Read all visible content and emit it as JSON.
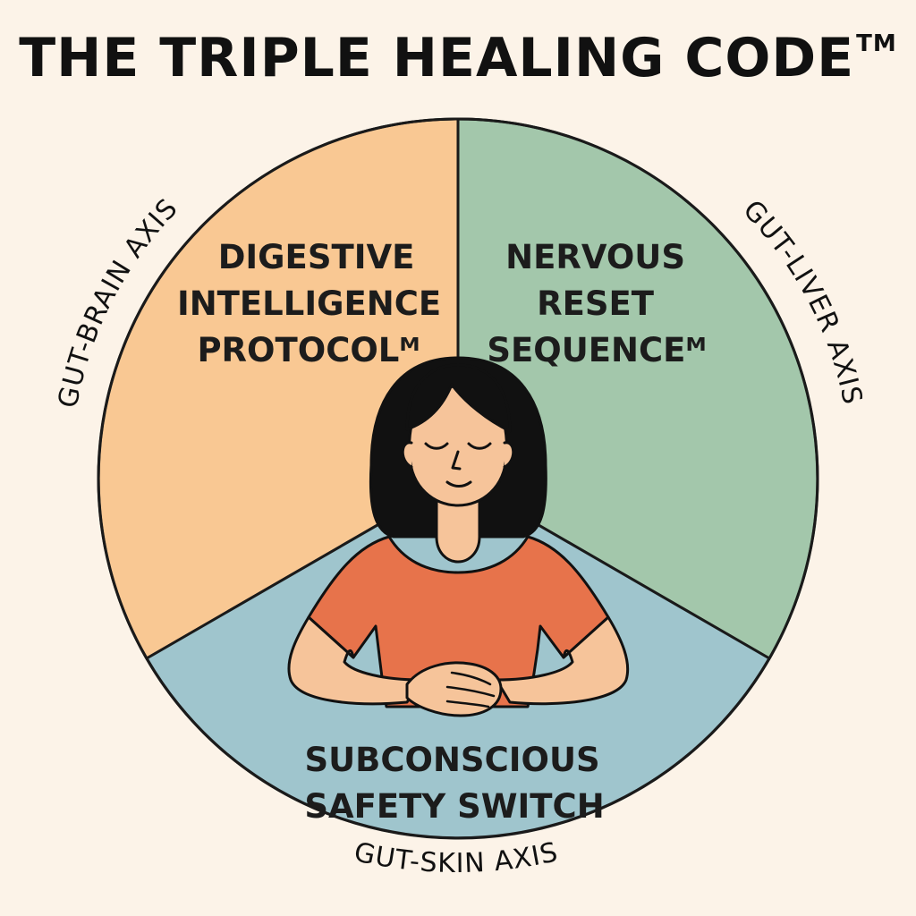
{
  "title": "THE TRIPLE HEALING CODE",
  "title_mark": "TM",
  "segments": [
    {
      "lines": [
        "DIGESTIVE",
        "INTELLIGENCE",
        "PROTOCOLᴹ"
      ],
      "color": "#f9c893"
    },
    {
      "lines": [
        "NERVOUS",
        "RESET",
        "SEQUENCEᴹ"
      ],
      "color": "#a3c7ab"
    },
    {
      "lines": [
        "SUBCONSCIOUS",
        "SAFETY SWITCH"
      ],
      "color": "#9fc5cd"
    }
  ],
  "axes": {
    "left": "GUT-BRAIN AXIS",
    "right": "GUT-LIVER AXIS",
    "bottom": "GUT-SKIN AXIS"
  },
  "figure_colors": {
    "hair": "#111111",
    "skin": "#f6c49a",
    "shirt": "#e7734b"
  }
}
